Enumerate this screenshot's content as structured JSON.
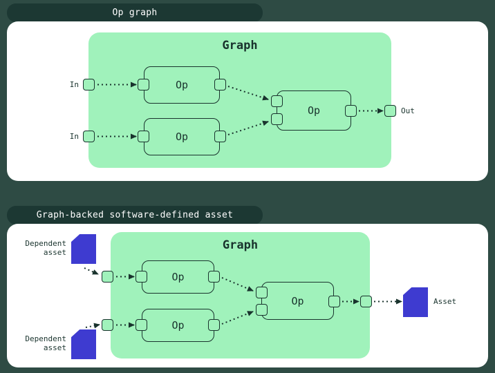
{
  "colors": {
    "bg": "#2e4b44",
    "pill": "#1c3833",
    "card": "#ffffff",
    "green": "#a0f2bb",
    "ink": "#19332d",
    "blue": "#3e3bd0"
  },
  "panels": [
    {
      "title": "Op graph",
      "graph_title": "Graph",
      "ops": [
        "Op",
        "Op",
        "Op"
      ],
      "inputs": [
        "In",
        "In"
      ],
      "output": "Out"
    },
    {
      "title": "Graph-backed software-defined asset",
      "graph_title": "Graph",
      "ops": [
        "Op",
        "Op",
        "Op"
      ],
      "dependent_assets": [
        "Dependent asset",
        "Dependent asset"
      ],
      "asset": "Asset"
    }
  ]
}
